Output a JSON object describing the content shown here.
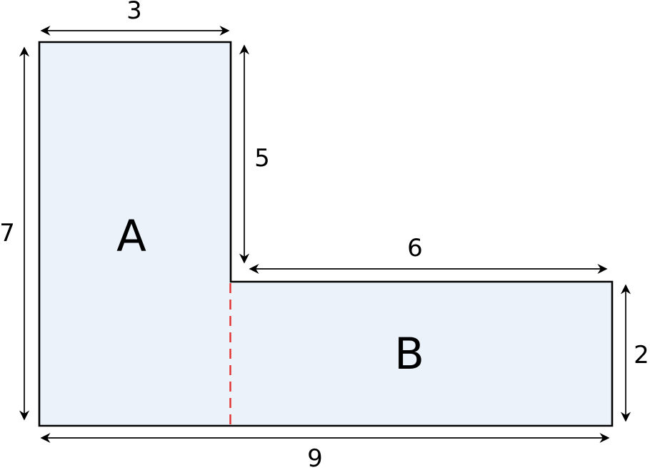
{
  "figure": {
    "regions": {
      "a": {
        "label": "A"
      },
      "b": {
        "label": "B"
      }
    },
    "dimensions": {
      "top_width": {
        "label": "3",
        "value": 3
      },
      "left_height": {
        "label": "7",
        "value": 7
      },
      "inner_height": {
        "label": "5",
        "value": 5
      },
      "inner_width": {
        "label": "6",
        "value": 6
      },
      "right_height": {
        "label": "2",
        "value": 2
      },
      "bottom_width": {
        "label": "9",
        "value": 9
      }
    },
    "colors": {
      "shape_fill": "#ebf2fa",
      "outline": "#000000",
      "divider": "#e0312f"
    }
  }
}
